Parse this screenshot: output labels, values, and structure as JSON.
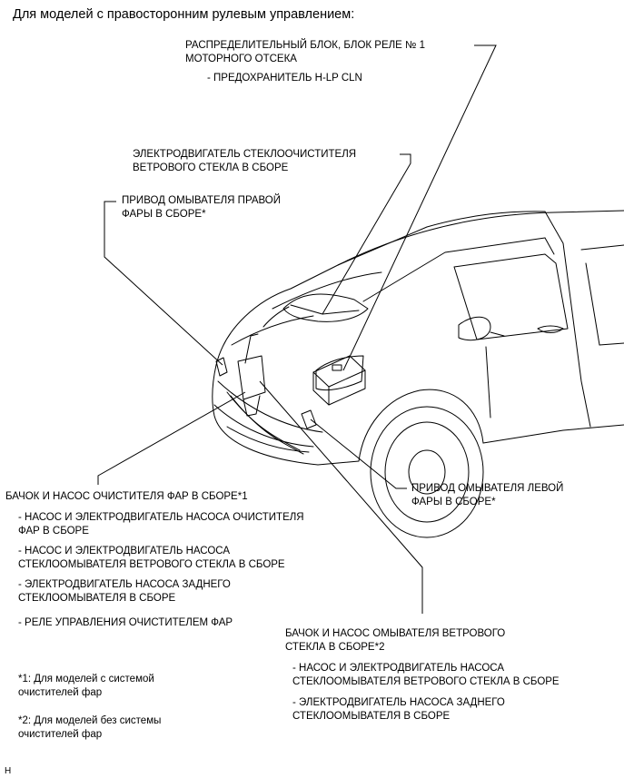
{
  "header": "Для моделей с правосторонним рулевым управлением:",
  "labels": {
    "relay_block": [
      "РАСПРЕДЕЛИТЕЛЬНЫЙ БЛОК, БЛОК РЕЛЕ № 1",
      "МОТОРНОГО ОТСЕКА"
    ],
    "relay_block_sub": "- ПРЕДОХРАНИТЕЛЬ H-LP CLN",
    "wiper_motor": [
      "ЭЛЕКТРОДВИГАТЕЛЬ СТЕКЛООЧИСТИТЕЛЯ",
      "ВЕТРОВОГО СТЕКЛА В СБОРЕ"
    ],
    "rh_headlight_washer": [
      "ПРИВОД ОМЫВАТЕЛЯ ПРАВОЙ",
      "ФАРЫ В СБОРЕ*"
    ],
    "headlight_tank": "БАЧОК И НАСОС ОЧИСТИТЕЛЯ ФАР В СБОРЕ*1",
    "headlight_tank_subs": [
      [
        "- НАСОС И ЭЛЕКТРОДВИГАТЕЛЬ НАСОСА ОЧИСТИТЕЛЯ",
        "ФАР В СБОРЕ"
      ],
      [
        "- НАСОС И ЭЛЕКТРОДВИГАТЕЛЬ НАСОСА",
        "СТЕКЛООМЫВАТЕЛЯ ВЕТРОВОГО СТЕКЛА В СБОРЕ"
      ],
      [
        "- ЭЛЕКТРОДВИГАТЕЛЬ НАСОСА ЗАДНЕГО",
        "СТЕКЛООМЫВАТЕЛЯ В СБОРЕ"
      ],
      [
        "- РЕЛЕ УПРАВЛЕНИЯ ОЧИСТИТЕЛЕМ ФАР"
      ]
    ],
    "lh_headlight_washer": [
      "ПРИВОД ОМЫВАТЕЛЯ ЛЕВОЙ",
      "ФАРЫ В СБОРЕ*"
    ],
    "windshield_tank": [
      "БАЧОК И НАСОС ОМЫВАТЕЛЯ ВЕТРОВОГО",
      "СТЕКЛА В СБОРЕ*2"
    ],
    "windshield_tank_subs": [
      [
        "- НАСОС И ЭЛЕКТРОДВИГАТЕЛЬ НАСОСА",
        "СТЕКЛООМЫВАТЕЛЯ ВЕТРОВОГО СТЕКЛА В СБОРЕ"
      ],
      [
        "- ЭЛЕКТРОДВИГАТЕЛЬ НАСОСА ЗАДНЕГО",
        "СТЕКЛООМЫВАТЕЛЯ В СБОРЕ"
      ]
    ]
  },
  "footnotes": [
    [
      "*1: Для моделей с системой",
      "очистителей фар"
    ],
    [
      "*2: Для моделей без системы",
      "очистителей фар"
    ]
  ],
  "corner_mark": "H"
}
